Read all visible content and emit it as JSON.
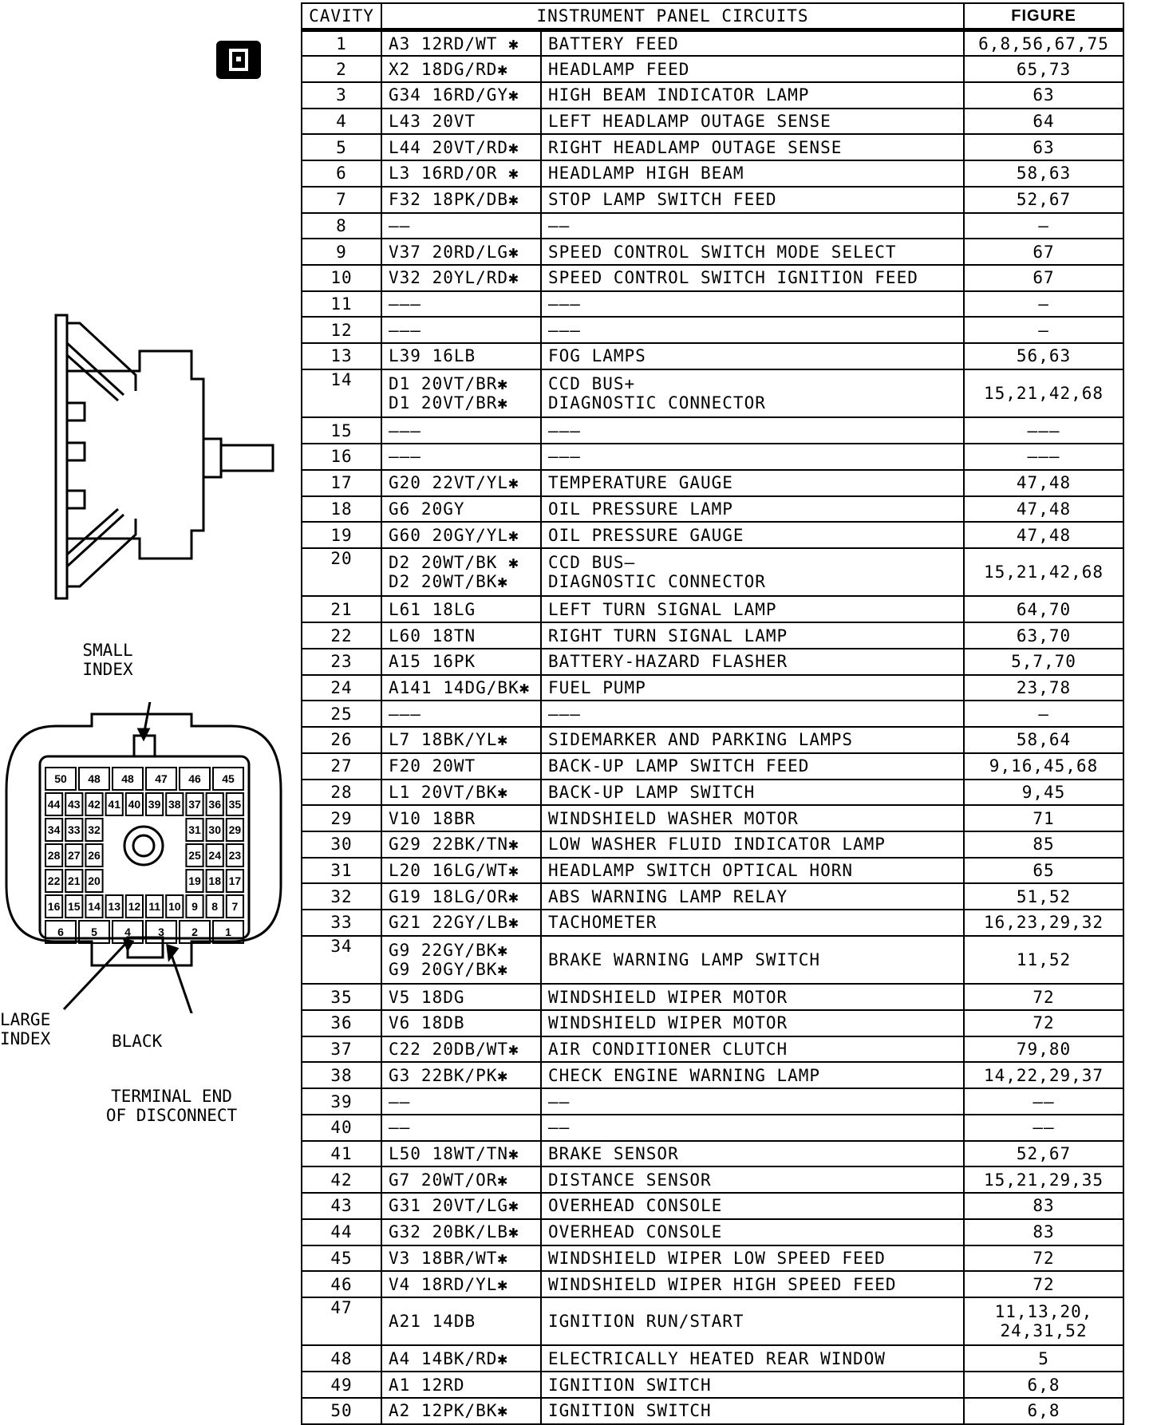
{
  "callouts": {
    "small_index": "SMALL\nINDEX",
    "large_index": "LARGE\nINDEX",
    "black": "BLACK",
    "terminal_end": "TERMINAL END\nOF DISCONNECT"
  },
  "connector_face": {
    "rows": [
      [
        "50",
        "48",
        "48",
        "47",
        "46",
        "45"
      ],
      [
        "44",
        "43",
        "42",
        "41",
        "40",
        "39",
        "38",
        "37",
        "36",
        "35"
      ],
      [
        "34",
        "33",
        "32",
        "31",
        "30",
        "29"
      ],
      [
        "28",
        "27",
        "26",
        "25",
        "24",
        "23"
      ],
      [
        "22",
        "21",
        "20",
        "19",
        "18",
        "17"
      ],
      [
        "16",
        "15",
        "14",
        "13",
        "12",
        "11",
        "10",
        "9",
        "8",
        "7"
      ],
      [
        "6",
        "5",
        "4",
        "3",
        "2",
        "1"
      ]
    ]
  },
  "table": {
    "headers": {
      "cavity": "CAVITY",
      "circuits": "INSTRUMENT PANEL CIRCUITS",
      "figure": "FIGURE"
    },
    "rows": [
      {
        "cavity": "1",
        "wire": [
          "A3 12RD/WT ✱"
        ],
        "desc": [
          "BATTERY FEED"
        ],
        "figure": [
          "6,8,56,67,75"
        ]
      },
      {
        "cavity": "2",
        "wire": [
          "X2 18DG/RD✱"
        ],
        "desc": [
          "HEADLAMP FEED"
        ],
        "figure": [
          "65,73"
        ]
      },
      {
        "cavity": "3",
        "wire": [
          "G34 16RD/GY✱"
        ],
        "desc": [
          "HIGH BEAM INDICATOR LAMP"
        ],
        "figure": [
          "63"
        ]
      },
      {
        "cavity": "4",
        "wire": [
          "L43 20VT"
        ],
        "desc": [
          "LEFT HEADLAMP OUTAGE SENSE"
        ],
        "figure": [
          "64"
        ]
      },
      {
        "cavity": "5",
        "wire": [
          "L44 20VT/RD✱"
        ],
        "desc": [
          "RIGHT HEADLAMP OUTAGE SENSE"
        ],
        "figure": [
          "63"
        ]
      },
      {
        "cavity": "6",
        "wire": [
          "L3 16RD/OR ✱"
        ],
        "desc": [
          "HEADLAMP HIGH BEAM"
        ],
        "figure": [
          "58,63"
        ]
      },
      {
        "cavity": "7",
        "wire": [
          "F32 18PK/DB✱"
        ],
        "desc": [
          "STOP LAMP SWITCH FEED"
        ],
        "figure": [
          "52,67"
        ]
      },
      {
        "cavity": "8",
        "wire": [
          "——"
        ],
        "desc": [
          "——"
        ],
        "figure": [
          "—"
        ]
      },
      {
        "cavity": "9",
        "wire": [
          "V37 20RD/LG✱"
        ],
        "desc": [
          "SPEED CONTROL SWITCH MODE SELECT"
        ],
        "figure": [
          "67"
        ]
      },
      {
        "cavity": "10",
        "wire": [
          "V32 20YL/RD✱"
        ],
        "desc": [
          "SPEED CONTROL SWITCH IGNITION FEED"
        ],
        "figure": [
          "67"
        ]
      },
      {
        "cavity": "11",
        "wire": [
          "———"
        ],
        "desc": [
          "———"
        ],
        "figure": [
          "—"
        ]
      },
      {
        "cavity": "12",
        "wire": [
          "———"
        ],
        "desc": [
          "———"
        ],
        "figure": [
          "—"
        ]
      },
      {
        "cavity": "13",
        "wire": [
          "L39 16LB"
        ],
        "desc": [
          "FOG LAMPS"
        ],
        "figure": [
          "56,63"
        ]
      },
      {
        "cavity": "14",
        "wire": [
          "D1 20VT/BR✱",
          "D1 20VT/BR✱"
        ],
        "desc": [
          "CCD BUS+",
          "DIAGNOSTIC CONNECTOR"
        ],
        "figure": [
          "15,21,42,68"
        ]
      },
      {
        "cavity": "15",
        "wire": [
          "———"
        ],
        "desc": [
          "———"
        ],
        "figure": [
          "———"
        ]
      },
      {
        "cavity": "16",
        "wire": [
          "———"
        ],
        "desc": [
          "———"
        ],
        "figure": [
          "———"
        ]
      },
      {
        "cavity": "17",
        "wire": [
          "G20 22VT/YL✱"
        ],
        "desc": [
          "TEMPERATURE GAUGE"
        ],
        "figure": [
          "47,48"
        ]
      },
      {
        "cavity": "18",
        "wire": [
          "G6 20GY"
        ],
        "desc": [
          "OIL PRESSURE LAMP"
        ],
        "figure": [
          "47,48"
        ]
      },
      {
        "cavity": "19",
        "wire": [
          "G60 20GY/YL✱"
        ],
        "desc": [
          "OIL PRESSURE GAUGE"
        ],
        "figure": [
          "47,48"
        ]
      },
      {
        "cavity": "20",
        "wire": [
          "D2 20WT/BK ✱",
          "D2 20WT/BK✱"
        ],
        "desc": [
          "CCD BUS—",
          "DIAGNOSTIC CONNECTOR"
        ],
        "figure": [
          "15,21,42,68"
        ]
      },
      {
        "cavity": "21",
        "wire": [
          "L61 18LG"
        ],
        "desc": [
          "LEFT TURN SIGNAL LAMP"
        ],
        "figure": [
          "64,70"
        ]
      },
      {
        "cavity": "22",
        "wire": [
          "L60 18TN"
        ],
        "desc": [
          "RIGHT TURN SIGNAL LAMP"
        ],
        "figure": [
          "63,70"
        ]
      },
      {
        "cavity": "23",
        "wire": [
          "A15 16PK"
        ],
        "desc": [
          "BATTERY-HAZARD FLASHER"
        ],
        "figure": [
          "5,7,70"
        ]
      },
      {
        "cavity": "24",
        "wire": [
          "A141 14DG/BK✱"
        ],
        "desc": [
          "FUEL PUMP"
        ],
        "figure": [
          "23,78"
        ]
      },
      {
        "cavity": "25",
        "wire": [
          "———"
        ],
        "desc": [
          "———"
        ],
        "figure": [
          "—"
        ]
      },
      {
        "cavity": "26",
        "wire": [
          "L7 18BK/YL✱"
        ],
        "desc": [
          "SIDEMARKER AND PARKING LAMPS"
        ],
        "figure": [
          "58,64"
        ]
      },
      {
        "cavity": "27",
        "wire": [
          "F20 20WT"
        ],
        "desc": [
          "BACK-UP LAMP SWITCH FEED"
        ],
        "figure": [
          "9,16,45,68"
        ]
      },
      {
        "cavity": "28",
        "wire": [
          "L1 20VT/BK✱"
        ],
        "desc": [
          "BACK-UP LAMP SWITCH"
        ],
        "figure": [
          "9,45"
        ]
      },
      {
        "cavity": "29",
        "wire": [
          "V10 18BR"
        ],
        "desc": [
          "WINDSHIELD WASHER MOTOR"
        ],
        "figure": [
          "71"
        ]
      },
      {
        "cavity": "30",
        "wire": [
          "G29 22BK/TN✱"
        ],
        "desc": [
          "LOW WASHER FLUID INDICATOR LAMP"
        ],
        "figure": [
          "85"
        ]
      },
      {
        "cavity": "31",
        "wire": [
          "L20 16LG/WT✱"
        ],
        "desc": [
          "HEADLAMP SWITCH OPTICAL HORN"
        ],
        "figure": [
          "65"
        ]
      },
      {
        "cavity": "32",
        "wire": [
          "G19 18LG/OR✱"
        ],
        "desc": [
          "ABS WARNING LAMP RELAY"
        ],
        "figure": [
          "51,52"
        ]
      },
      {
        "cavity": "33",
        "wire": [
          "G21 22GY/LB✱"
        ],
        "desc": [
          "TACHOMETER"
        ],
        "figure": [
          "16,23,29,32"
        ]
      },
      {
        "cavity": "34",
        "wire": [
          "G9 22GY/BK✱",
          "G9 20GY/BK✱"
        ],
        "desc": [
          "BRAKE WARNING LAMP SWITCH"
        ],
        "figure": [
          "11,52"
        ]
      },
      {
        "cavity": "35",
        "wire": [
          "V5 18DG"
        ],
        "desc": [
          "WINDSHIELD WIPER MOTOR"
        ],
        "figure": [
          "72"
        ]
      },
      {
        "cavity": "36",
        "wire": [
          "V6 18DB"
        ],
        "desc": [
          "WINDSHIELD WIPER MOTOR"
        ],
        "figure": [
          "72"
        ]
      },
      {
        "cavity": "37",
        "wire": [
          "C22 20DB/WT✱"
        ],
        "desc": [
          "AIR CONDITIONER CLUTCH"
        ],
        "figure": [
          "79,80"
        ]
      },
      {
        "cavity": "38",
        "wire": [
          "G3 22BK/PK✱"
        ],
        "desc": [
          "CHECK ENGINE WARNING LAMP"
        ],
        "figure": [
          "14,22,29,37"
        ]
      },
      {
        "cavity": "39",
        "wire": [
          "——"
        ],
        "desc": [
          "——"
        ],
        "figure": [
          "——"
        ]
      },
      {
        "cavity": "40",
        "wire": [
          "——"
        ],
        "desc": [
          "——"
        ],
        "figure": [
          "——"
        ]
      },
      {
        "cavity": "41",
        "wire": [
          "L50 18WT/TN✱"
        ],
        "desc": [
          "BRAKE SENSOR"
        ],
        "figure": [
          "52,67"
        ]
      },
      {
        "cavity": "42",
        "wire": [
          "G7 20WT/OR✱"
        ],
        "desc": [
          "DISTANCE SENSOR"
        ],
        "figure": [
          "15,21,29,35"
        ]
      },
      {
        "cavity": "43",
        "wire": [
          "G31 20VT/LG✱"
        ],
        "desc": [
          "OVERHEAD CONSOLE"
        ],
        "figure": [
          "83"
        ]
      },
      {
        "cavity": "44",
        "wire": [
          "G32 20BK/LB✱"
        ],
        "desc": [
          "OVERHEAD CONSOLE"
        ],
        "figure": [
          "83"
        ]
      },
      {
        "cavity": "45",
        "wire": [
          "V3 18BR/WT✱"
        ],
        "desc": [
          "WINDSHIELD WIPER LOW SPEED FEED"
        ],
        "figure": [
          "72"
        ]
      },
      {
        "cavity": "46",
        "wire": [
          "V4 18RD/YL✱"
        ],
        "desc": [
          "WINDSHIELD WIPER HIGH SPEED FEED"
        ],
        "figure": [
          "72"
        ]
      },
      {
        "cavity": "47",
        "wire": [
          "A21 14DB"
        ],
        "desc": [
          "IGNITION RUN/START"
        ],
        "figure": [
          "11,13,20,",
          "24,31,52"
        ]
      },
      {
        "cavity": "48",
        "wire": [
          "A4 14BK/RD✱"
        ],
        "desc": [
          "ELECTRICALLY HEATED REAR WINDOW"
        ],
        "figure": [
          "5"
        ]
      },
      {
        "cavity": "49",
        "wire": [
          "A1 12RD"
        ],
        "desc": [
          "IGNITION SWITCH"
        ],
        "figure": [
          "6,8"
        ]
      },
      {
        "cavity": "50",
        "wire": [
          "A2 12PK/BK✱"
        ],
        "desc": [
          "IGNITION SWITCH"
        ],
        "figure": [
          "6,8"
        ]
      }
    ]
  }
}
